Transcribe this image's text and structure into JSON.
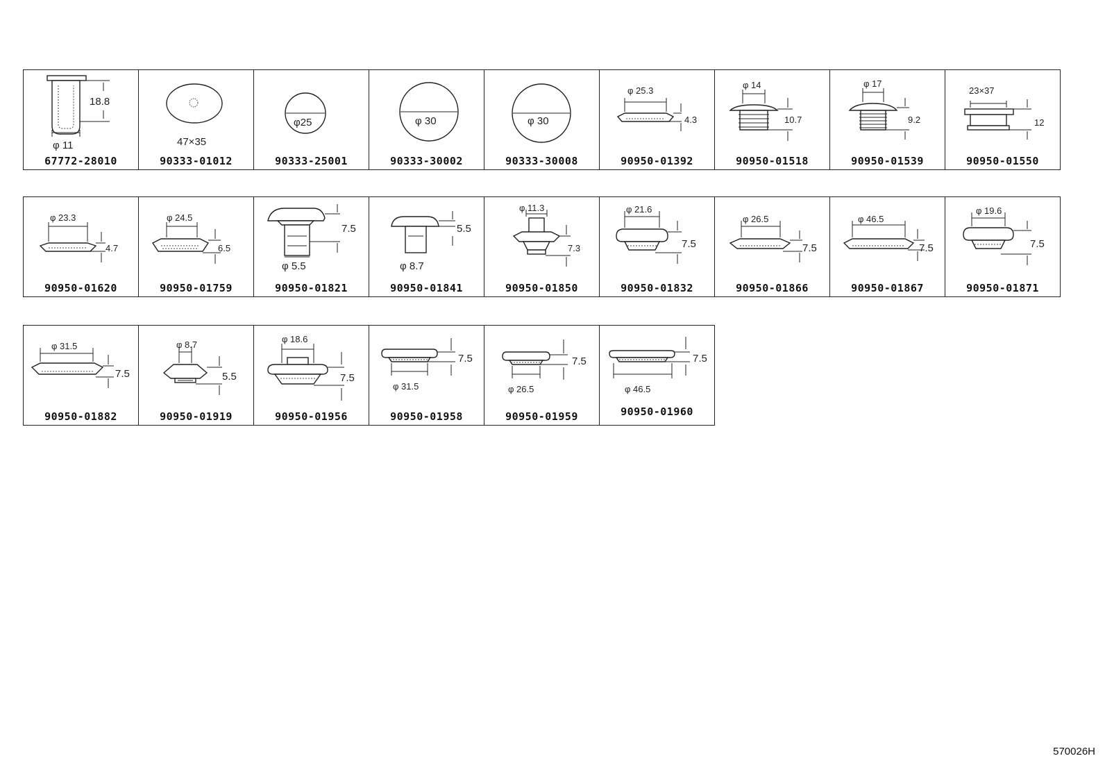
{
  "rows": [
    [
      {
        "part": "67772-28010",
        "dims": [
          "18.8",
          "φ 11"
        ]
      },
      {
        "part": "90333-01012",
        "dims": [
          "47×35"
        ]
      },
      {
        "part": "90333-25001",
        "dims": [
          "φ25"
        ]
      },
      {
        "part": "90333-30002",
        "dims": [
          "φ 30"
        ]
      },
      {
        "part": "90333-30008",
        "dims": [
          "φ 30"
        ]
      },
      {
        "part": "90950-01392",
        "dims": [
          "φ 25.3",
          "4.3"
        ]
      },
      {
        "part": "90950-01518",
        "dims": [
          "φ 14",
          "10.7"
        ]
      },
      {
        "part": "90950-01539",
        "dims": [
          "φ 17",
          "9.2"
        ]
      },
      {
        "part": "90950-01550",
        "dims": [
          "23×37",
          "12"
        ]
      }
    ],
    [
      {
        "part": "90950-01620",
        "dims": [
          "φ 23.3",
          "4.7"
        ]
      },
      {
        "part": "90950-01759",
        "dims": [
          "φ 24.5",
          "6.5"
        ]
      },
      {
        "part": "90950-01821",
        "dims": [
          "7.5",
          "φ 5.5"
        ]
      },
      {
        "part": "90950-01841",
        "dims": [
          "5.5",
          "φ 8.7"
        ]
      },
      {
        "part": "90950-01850",
        "dims": [
          "φ 11.3",
          "7.3"
        ]
      },
      {
        "part": "90950-01832",
        "dims": [
          "φ 21.6",
          "7.5"
        ]
      },
      {
        "part": "90950-01866",
        "dims": [
          "φ 26.5",
          "7.5"
        ]
      },
      {
        "part": "90950-01867",
        "dims": [
          "φ 46.5",
          "7.5"
        ]
      },
      {
        "part": "90950-01871",
        "dims": [
          "φ 19.6",
          "7.5"
        ]
      }
    ],
    [
      {
        "part": "90950-01882",
        "dims": [
          "φ 31.5",
          "7.5"
        ]
      },
      {
        "part": "90950-01919",
        "dims": [
          "φ 8.7",
          "5.5"
        ]
      },
      {
        "part": "90950-01956",
        "dims": [
          "φ 18.6",
          "7.5"
        ]
      },
      {
        "part": "90950-01958",
        "dims": [
          "7.5",
          "φ 31.5"
        ]
      },
      {
        "part": "90950-01959",
        "dims": [
          "7.5",
          "φ 26.5"
        ]
      },
      {
        "part": "90950-01960",
        "dims": [
          "7.5",
          "φ 46.5"
        ]
      }
    ]
  ],
  "doc_code": "570026H"
}
